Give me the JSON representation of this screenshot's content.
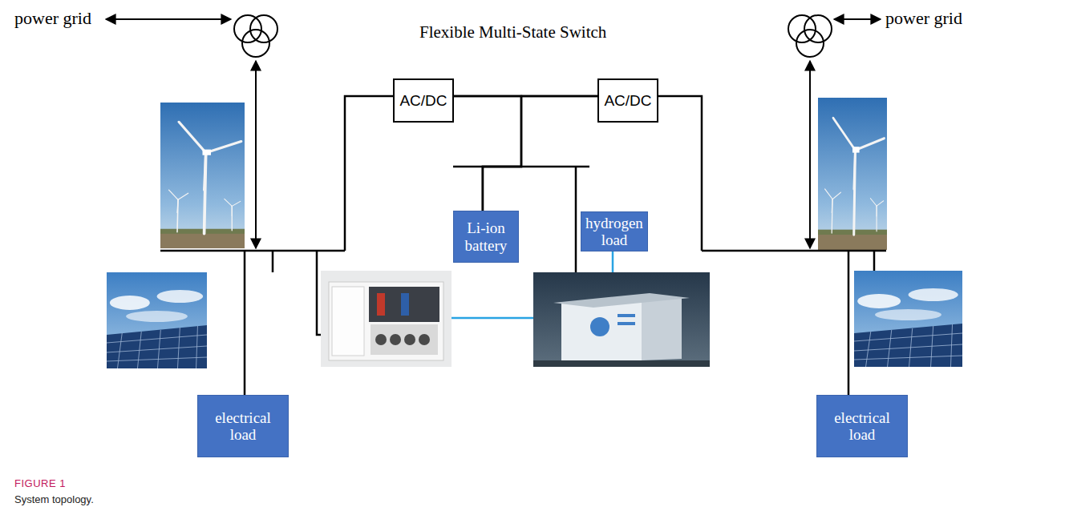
{
  "diagram": {
    "caption": "System topology.",
    "nodes": [
      {
        "text": [
          "AC/DC"
        ]
      },
      {
        "text": [
          "AC/DC"
        ]
      },
      {
        "text": [
          "Li-ion battery"
        ]
      },
      {
        "text": [
          "hydrogen load"
        ]
      },
      {
        "text": [
          "electrical load"
        ]
      },
      {
        "text": [
          "electrical load"
        ]
      }
    ],
    "edges": [
      {
        "from": 0,
        "to": 1,
        "arrow": "none"
      },
      {
        "from": 2,
        "to": 0,
        "arrow": "none"
      },
      {
        "from": 2,
        "to": 1,
        "arrow": "none"
      }
    ],
    "labels": [
      "power grid",
      "Flexible Multi-State Switch",
      "power grid",
      "FIGURE 1"
    ]
  }
}
